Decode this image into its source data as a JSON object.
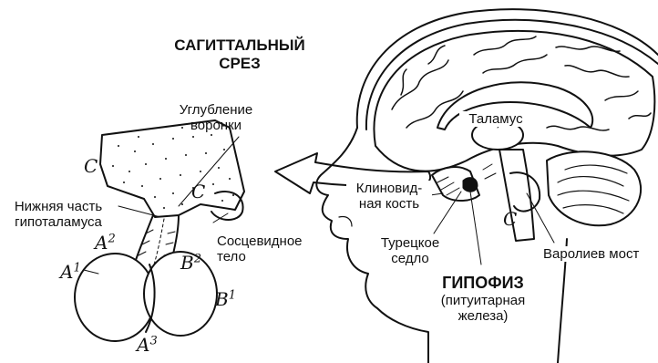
{
  "title": {
    "line1": "САГИТТАЛЬНЫЙ",
    "line2": "СРЕЗ"
  },
  "labels": {
    "infundibular_recess": {
      "line1": "Углубление",
      "line2": "воронки"
    },
    "lower_hypothalamus": {
      "line1": "Нижняя часть",
      "line2": "гипоталамуса"
    },
    "mammillary_body": {
      "line1": "Сосцевидное",
      "line2": "тело"
    },
    "thalamus": "Таламус",
    "sphenoid_bone": {
      "line1": "Клиновид-",
      "line2": "ная кость"
    },
    "sella_turcica": {
      "line1": "Турецкое",
      "line2": "седло"
    },
    "pons": "Варолиев мост",
    "pituitary": {
      "line1": "ГИПОФИЗ",
      "line2": "(питуитарная",
      "line3": "железа)"
    }
  },
  "handwritten": {
    "c_top": "C",
    "c_right": "C",
    "c_brain": "C",
    "a1": {
      "base": "A",
      "sup": "1"
    },
    "a2": {
      "base": "A",
      "sup": "2"
    },
    "a3": {
      "base": "A",
      "sup": "3"
    },
    "b1": {
      "base": "B",
      "sup": "1"
    },
    "b2": {
      "base": "B",
      "sup": "2"
    }
  },
  "colors": {
    "ink": "#111111",
    "background": "#ffffff"
  }
}
